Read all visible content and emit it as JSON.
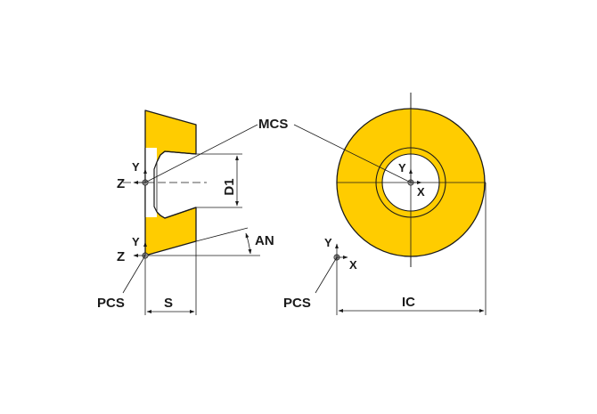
{
  "colors": {
    "insert_fill": "#FFCC00",
    "line": "#1a1a1a",
    "origin_point": "#8c8c8c",
    "background": "#ffffff"
  },
  "labels": {
    "mcs": "MCS",
    "pcs_side": "PCS",
    "pcs_top": "PCS",
    "s": "S",
    "d1": "D1",
    "an": "AN",
    "ic": "IC"
  },
  "axes": {
    "side_mcs": {
      "y": "Y",
      "z": "Z"
    },
    "side_pcs": {
      "y": "Y",
      "z": "Z"
    },
    "top_mcs": {
      "y": "Y",
      "x": "X"
    },
    "top_pcs": {
      "y": "Y",
      "x": "X"
    }
  }
}
